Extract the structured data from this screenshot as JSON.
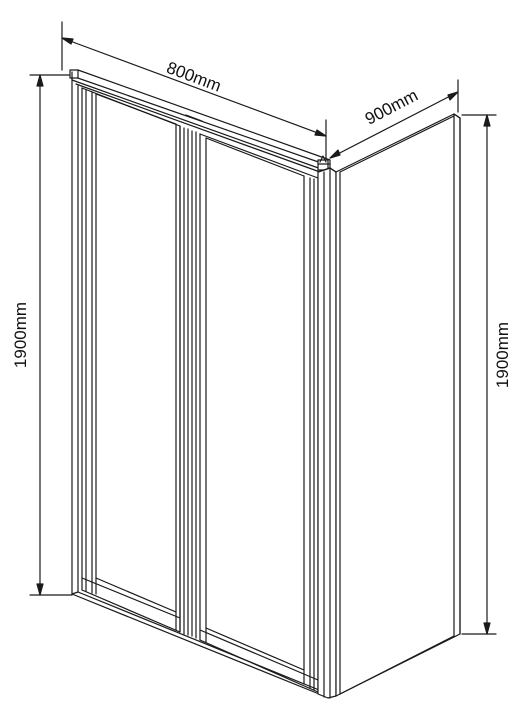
{
  "dimensions": {
    "front_width": "800mm",
    "side_depth": "900mm",
    "left_height": "1900mm",
    "right_height": "1900mm"
  },
  "colors": {
    "line": "#1a1a1a",
    "background": "#ffffff"
  }
}
